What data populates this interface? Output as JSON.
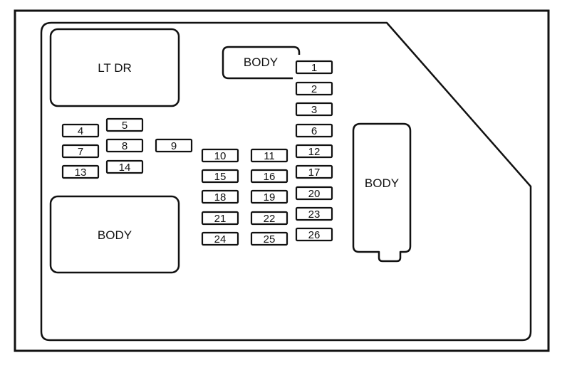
{
  "blocks": {
    "lt_dr": "LT DR",
    "body_top": "BODY",
    "body_left": "BODY",
    "body_right": "BODY"
  },
  "fuses": [
    "1",
    "2",
    "3",
    "4",
    "5",
    "6",
    "7",
    "8",
    "9",
    "10",
    "11",
    "12",
    "13",
    "14",
    "15",
    "16",
    "17",
    "18",
    "19",
    "20",
    "21",
    "22",
    "23",
    "24",
    "25",
    "26"
  ]
}
